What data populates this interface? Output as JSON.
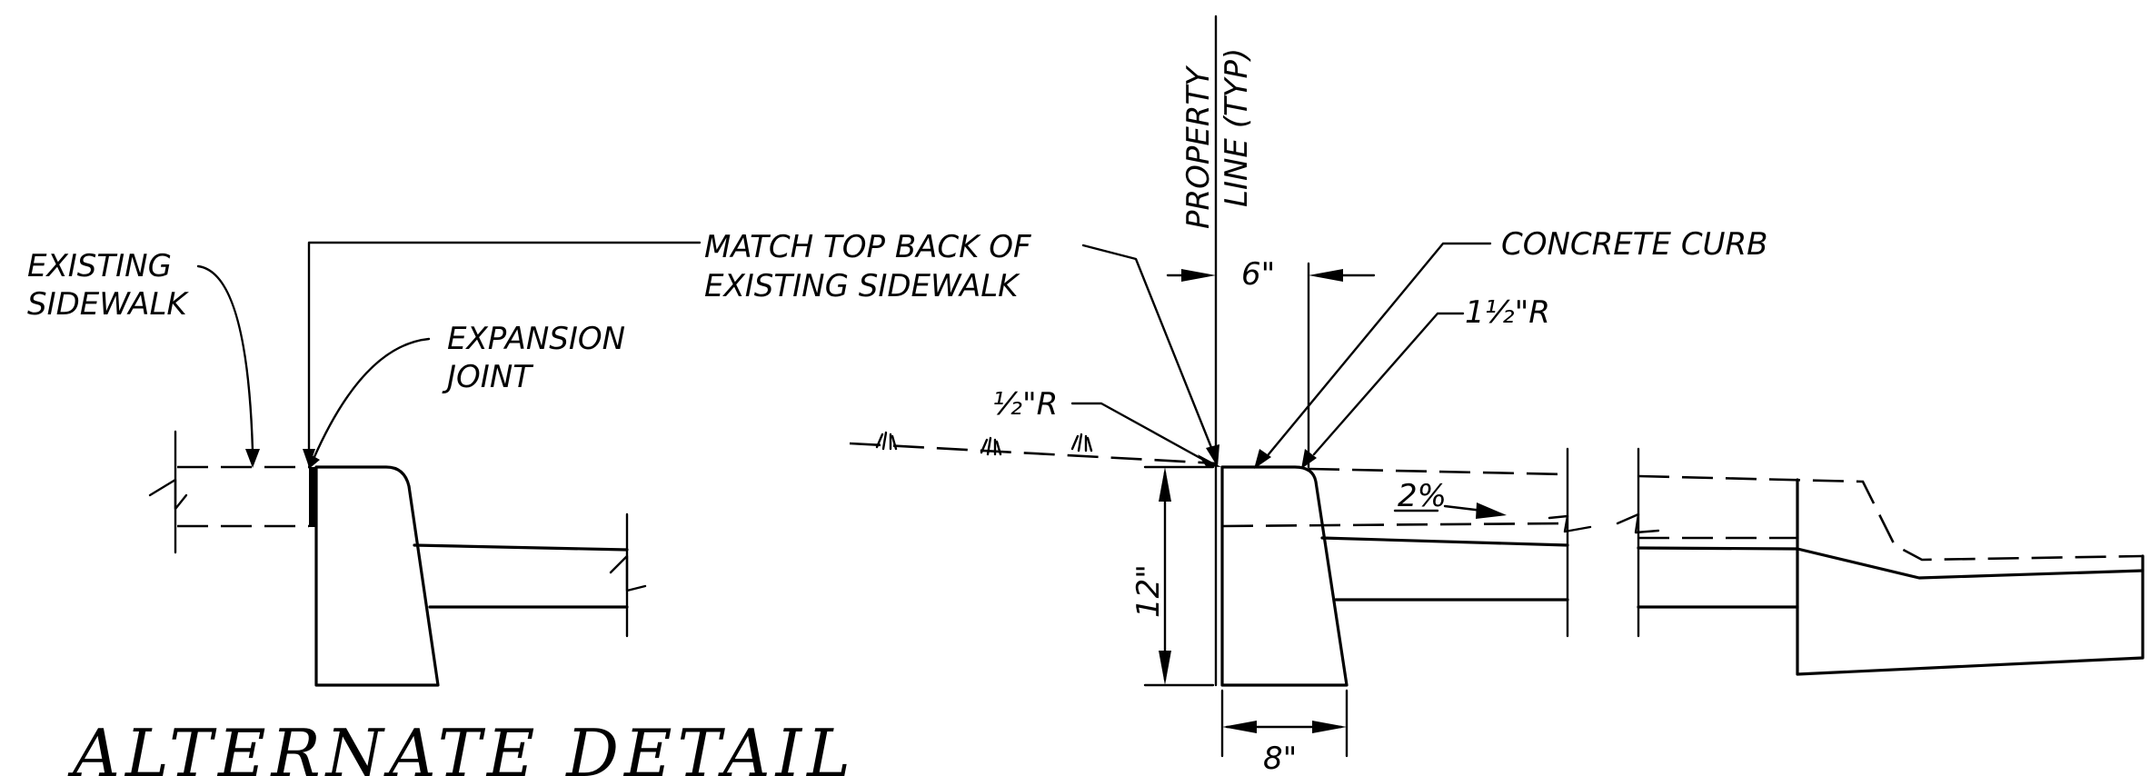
{
  "labels": {
    "existing_sidewalk_1": "EXISTING",
    "existing_sidewalk_2": "SIDEWALK",
    "expansion_joint_1": "EXPANSION",
    "expansion_joint_2": "JOINT",
    "match_top_1": "MATCH TOP BACK OF",
    "match_top_2": "EXISTING SIDEWALK",
    "property_line_1": "PROPERTY",
    "property_line_2": "LINE (TYP)",
    "concrete_curb": "CONCRETE CURB",
    "radius_large": "1½\"R",
    "radius_small": "½\"R",
    "slope": "2%"
  },
  "dimensions": {
    "top_width": "6\"",
    "height": "12\"",
    "base_width": "8\""
  },
  "title": "ALTERNATE DETAIL"
}
